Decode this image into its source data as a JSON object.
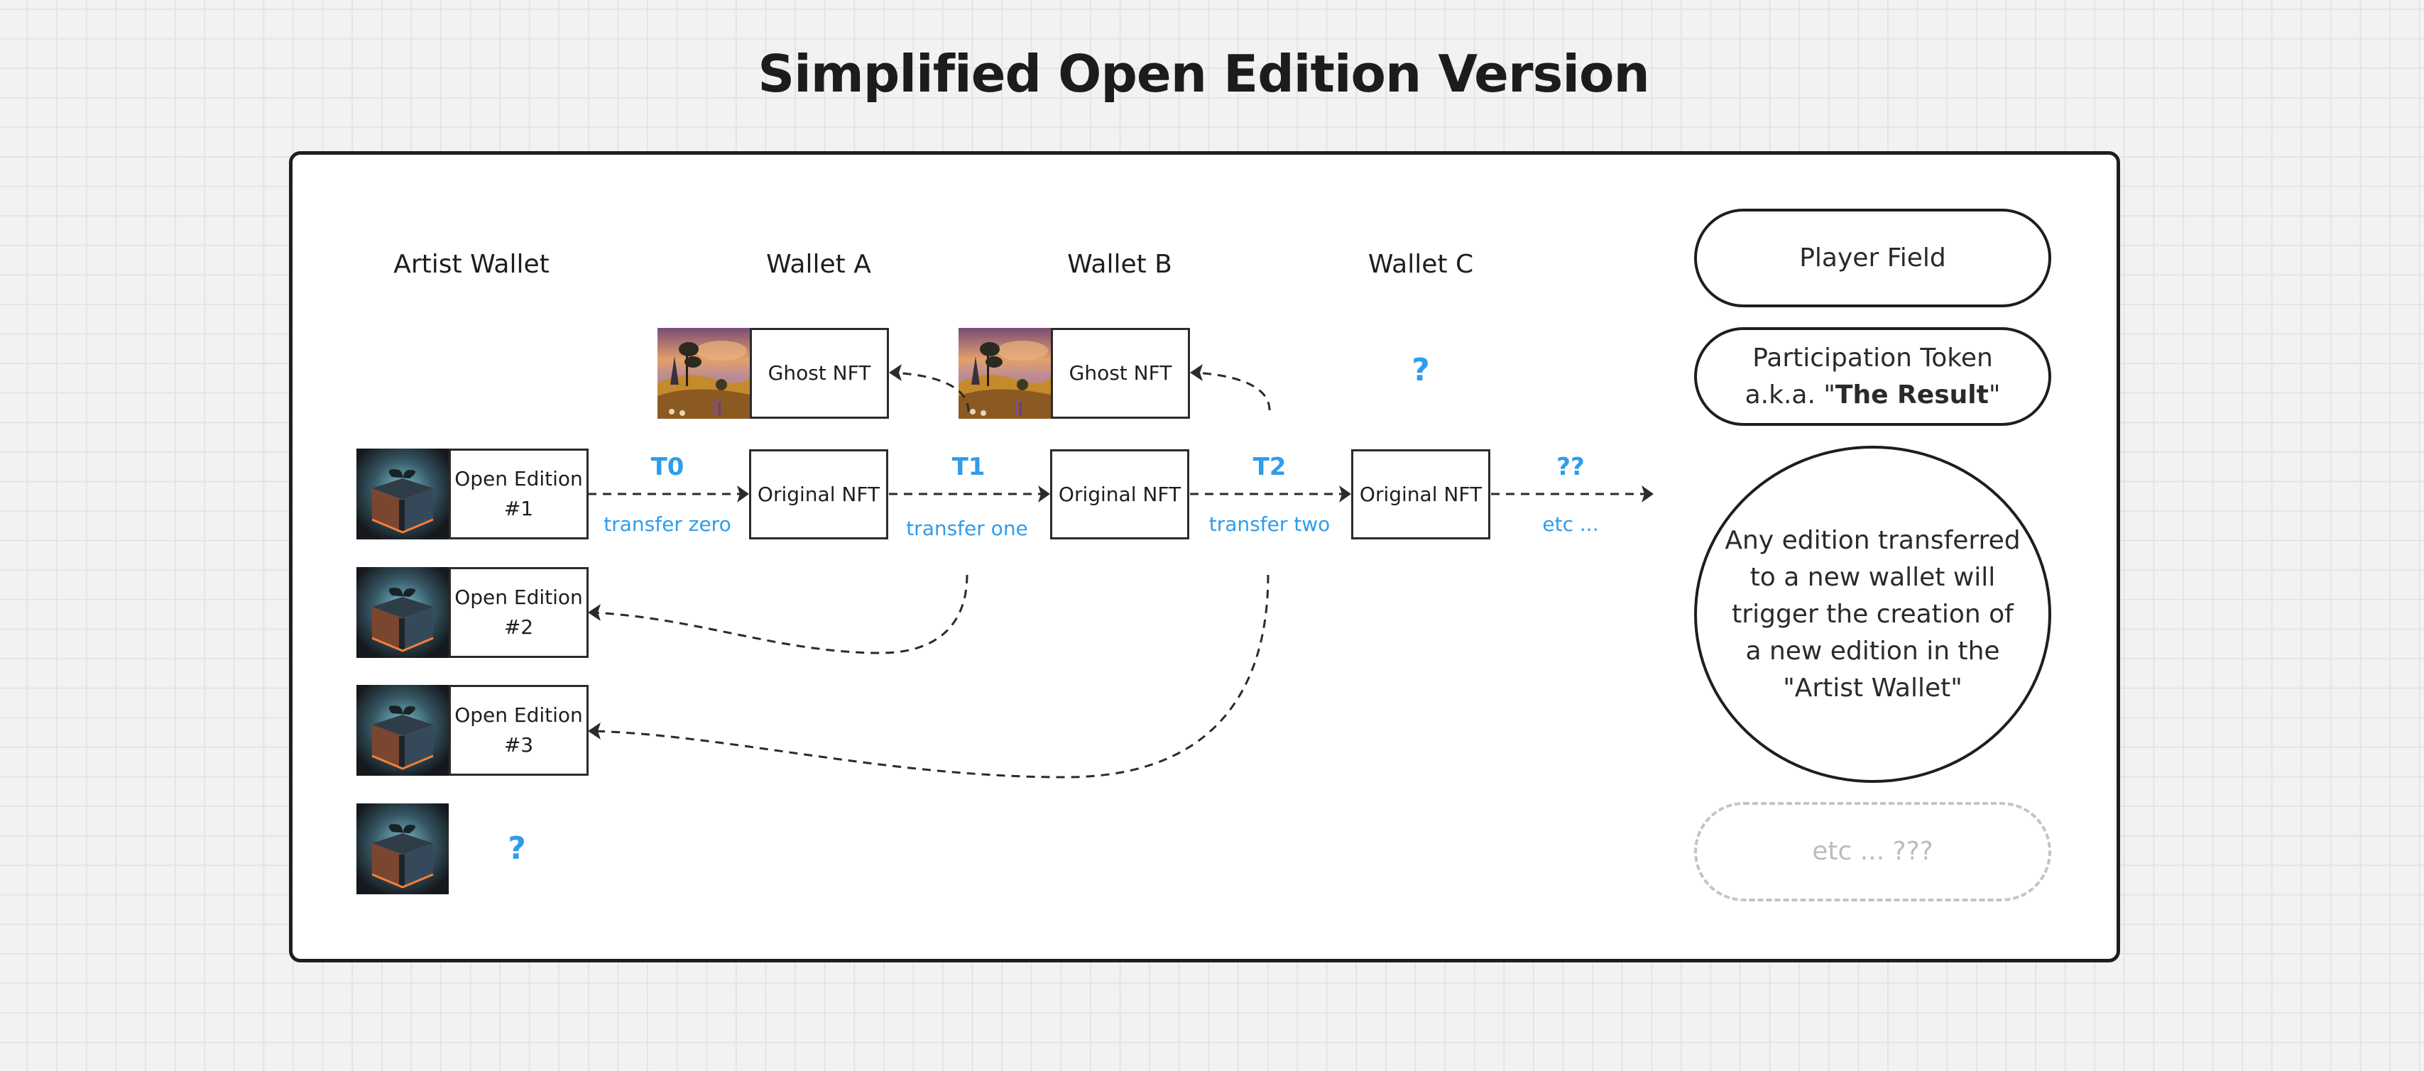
{
  "title": "Simplified Open Edition Version",
  "wallets": {
    "artist": "Artist Wallet",
    "a": "Wallet A",
    "b": "Wallet B",
    "c": "Wallet C"
  },
  "open_editions": [
    {
      "line1": "Open Edition",
      "line2": "#1",
      "image": "gift-box-image"
    },
    {
      "line1": "Open Edition",
      "line2": "#2",
      "image": "gift-box-image"
    },
    {
      "line1": "Open Edition",
      "line2": "#3",
      "image": "gift-box-image"
    },
    {
      "placeholder": "?",
      "image": "gift-box-image"
    }
  ],
  "ghost_nfts": [
    {
      "wallet": "Wallet A",
      "label": "Ghost NFT",
      "image": "landscape-image"
    },
    {
      "wallet": "Wallet B",
      "label": "Ghost NFT",
      "image": "landscape-image"
    },
    {
      "wallet": "Wallet C",
      "placeholder": "?"
    }
  ],
  "original_nfts": [
    {
      "wallet": "Wallet A",
      "label": "Original NFT"
    },
    {
      "wallet": "Wallet B",
      "label": "Original NFT"
    },
    {
      "wallet": "Wallet C",
      "label": "Original NFT"
    }
  ],
  "transfers": [
    {
      "code": "T0",
      "label": "transfer zero"
    },
    {
      "code": "T1",
      "label": "transfer one"
    },
    {
      "code": "T2",
      "label": "transfer two"
    },
    {
      "code": "??",
      "label": "etc ..."
    }
  ],
  "side_panel": {
    "player_field": "Player Field",
    "participation_line1": "Participation Token",
    "participation_prefix": "a.k.a. \"",
    "participation_bold": "The Result",
    "participation_suffix": "\"",
    "rule_note": "Any edition transferred to a new wallet will trigger the creation of a new edition in the \"Artist Wallet\"",
    "etc": "etc ... ???"
  },
  "colors": {
    "accent_blue": "#2f9cec",
    "stroke": "#1e1e1e",
    "muted": "#c4c4c4",
    "canvas": "#f2f2f2"
  }
}
